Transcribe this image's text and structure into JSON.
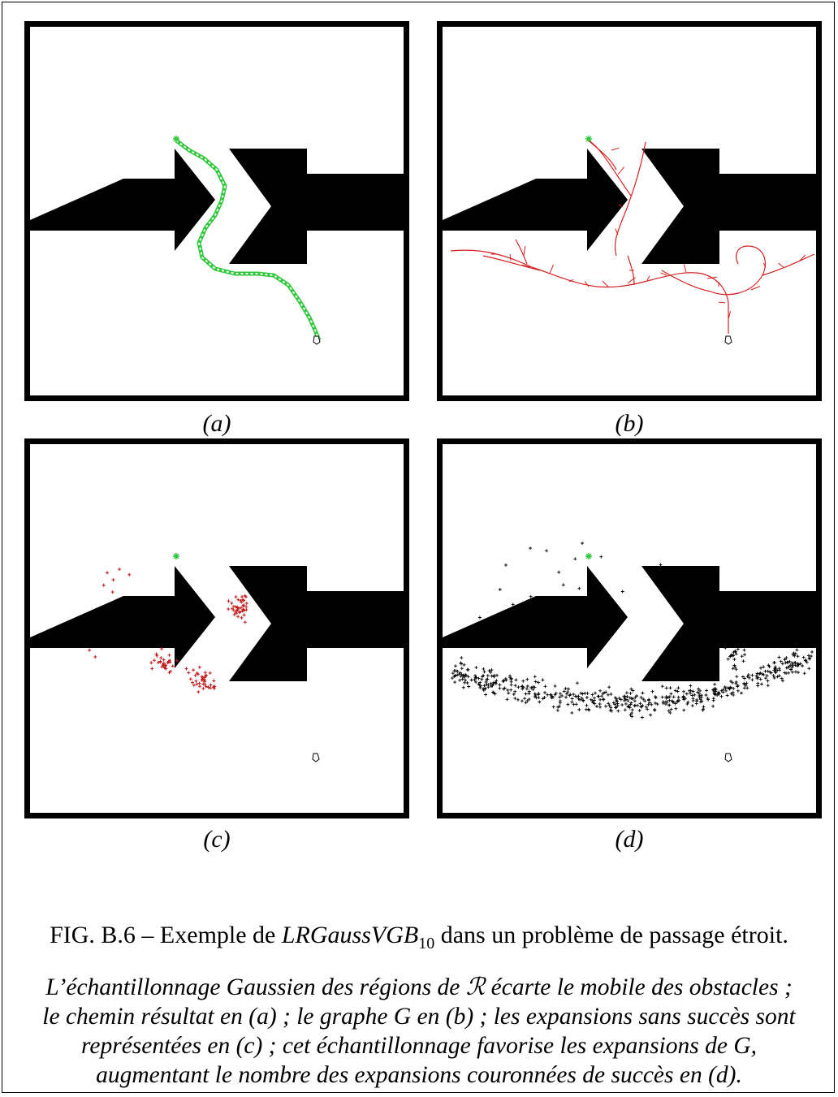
{
  "figure": {
    "panels": [
      {
        "id": "a",
        "label": "(a)",
        "content": "solution-path"
      },
      {
        "id": "b",
        "label": "(b)",
        "content": "graph-G"
      },
      {
        "id": "c",
        "label": "(c)",
        "content": "unsuccessful-expansions"
      },
      {
        "id": "d",
        "label": "(d)",
        "content": "successful-expansions"
      }
    ],
    "colors": {
      "obstacle": "#000000",
      "path": "#2ec83a",
      "tree": "#d42020",
      "failed_samples": "#c01818",
      "success_samples": "#000000",
      "start": "#2ec83a"
    }
  },
  "caption": {
    "prefix": "FIG.",
    "number": "B.6",
    "dash": "–",
    "text_before": "Exemple de",
    "math_main": "LRGaussVGB",
    "math_sub": "10",
    "text_after": "dans un problème de passage étroit.",
    "body_lines": [
      "L’échantillonnage Gaussien des régions de ℛ écarte le mobile des obstacles ;",
      "le chemin résultat en (a) ; le graphe G en (b) ; les expansions sans succès sont",
      "représentées en (c) ; cet échantillonnage favorise les expansions de G,",
      "augmentant le nombre des expansions couronnées de succès en (d)."
    ]
  }
}
